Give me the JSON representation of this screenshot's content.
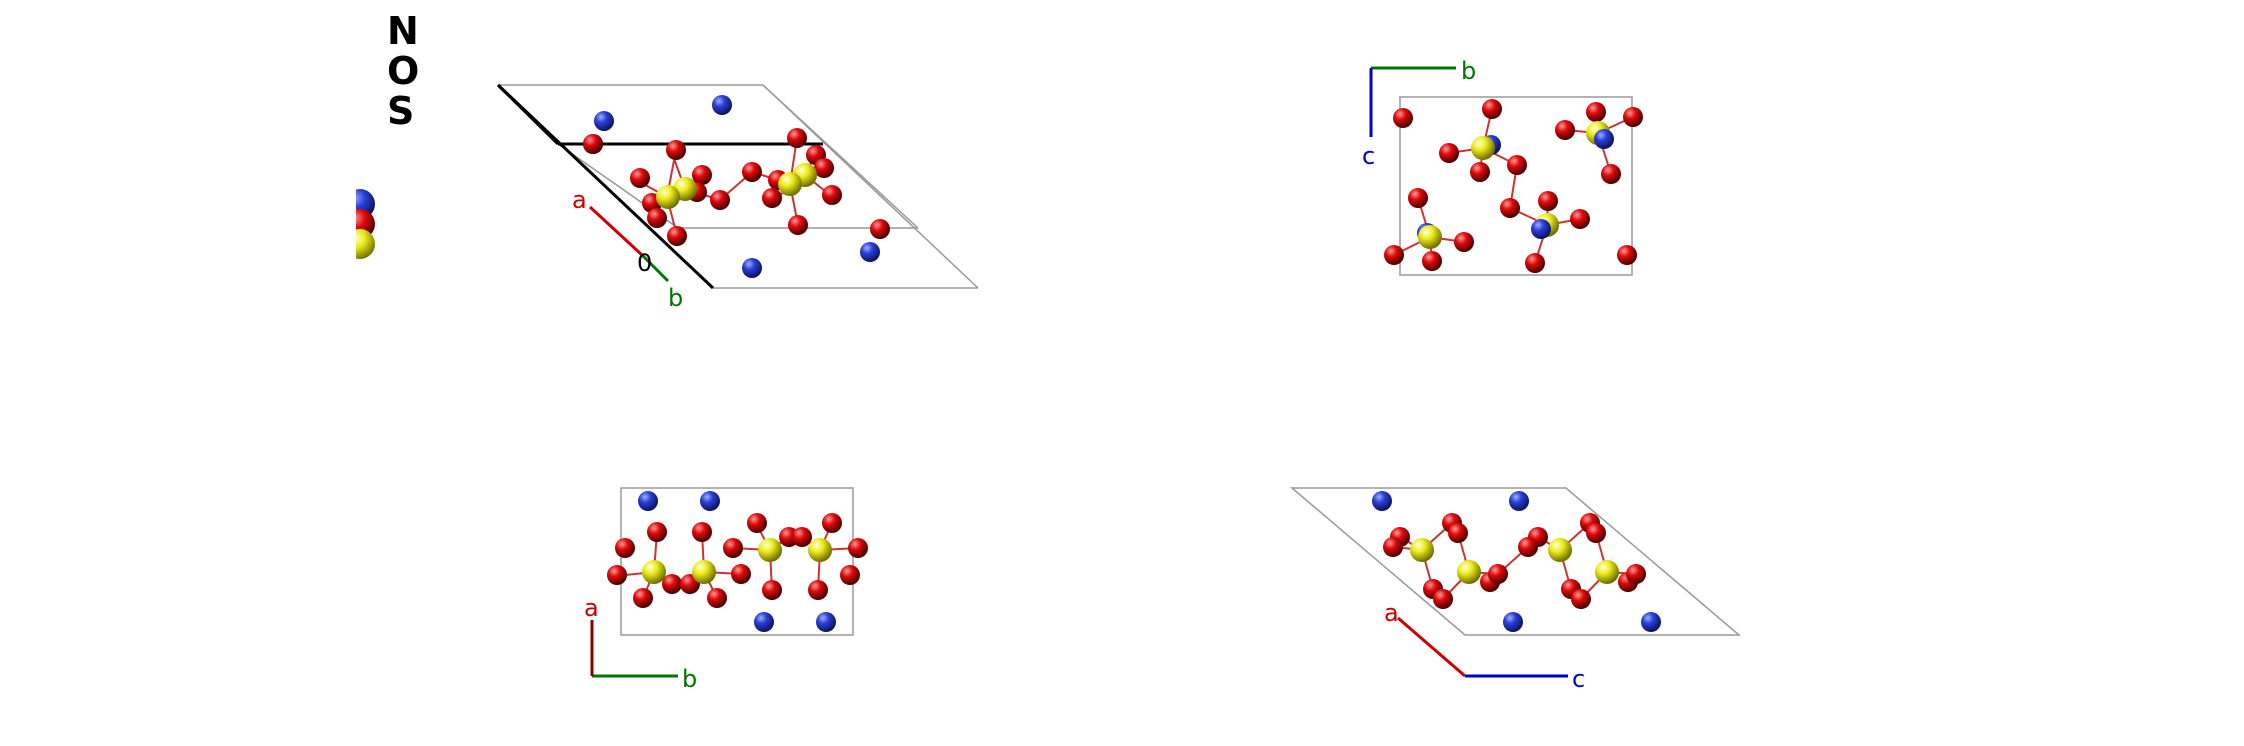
{
  "legend": {
    "elements": [
      {
        "symbol": "N",
        "color": "#2a3fd6"
      },
      {
        "symbol": "O",
        "color": "#e00a0a"
      },
      {
        "symbol": "S",
        "color": "#eaea1a"
      }
    ]
  },
  "colors": {
    "axis_a": "#cc0000",
    "axis_b": "#007700",
    "axis_c": "#0000cc",
    "cell_line": "#999999",
    "bond": "#cc3333"
  },
  "panels": {
    "perspective": {
      "axis_labels": {
        "a": "a",
        "b": "b",
        "origin": "0"
      }
    },
    "view_bc": {
      "axis_labels": {
        "b": "b",
        "c": "c"
      }
    },
    "view_ab": {
      "axis_labels": {
        "a": "a",
        "b": "b"
      }
    },
    "view_ac": {
      "axis_labels": {
        "a": "a",
        "c": "c"
      }
    }
  }
}
